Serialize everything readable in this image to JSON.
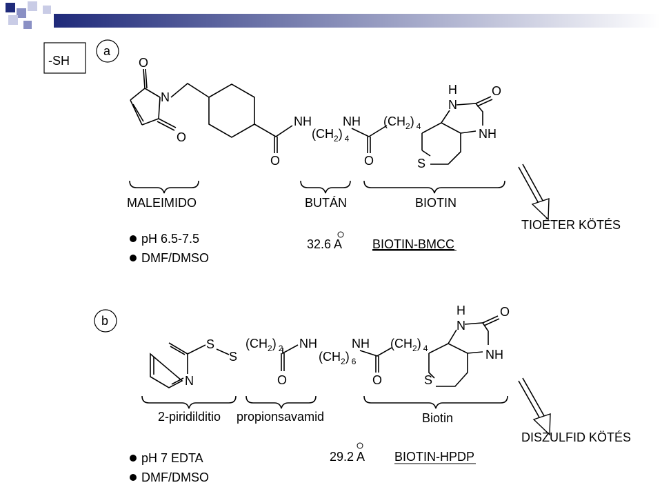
{
  "header": {
    "deco_colors": [
      "#1f2a7a",
      "#8a90c4",
      "#c9cce6"
    ],
    "gradient_start": "#1f2a7a",
    "gradient_end": "#ffffff"
  },
  "section_a": {
    "group_label": "-SH",
    "panel_label": "a",
    "segments": {
      "maleimido": "MALEIMIDO",
      "butan": "BUTÁN",
      "biotin": "BIOTIN"
    },
    "bullets": [
      "pH 6.5-7.5",
      "DMF/DMSO"
    ],
    "distance": "32.6 A",
    "compound": "BIOTIN-BMCC",
    "bond_type": "TIOÉTER KÖTÉS",
    "atoms": {
      "o1": "O",
      "n_mal": "N",
      "o2": "O",
      "o_amide1": "O",
      "o_amide2": "O",
      "nh1": "NH",
      "nh2": "NH",
      "h_top": "H",
      "n_top": "N",
      "o_urea": "O",
      "nh_ring": "NH",
      "s_ring": "S",
      "ch2_a": "(CH",
      "sub2_a": "2",
      "paren_a": ")",
      "sub4_a": "4",
      "ch2_b": "(CH",
      "sub2_b": "2",
      "paren_b": ")",
      "sub4_b": "4"
    }
  },
  "section_b": {
    "panel_label": "b",
    "segments": {
      "piridil": "2-piridilditio",
      "propion": "propionsavamid",
      "biotin": "Biotin"
    },
    "bullets": [
      "pH 7 EDTA",
      "DMF/DMSO"
    ],
    "distance": "29.2 A",
    "compound": "BIOTIN-HPDP",
    "bond_type": "DISZULFID KÖTÉS",
    "atoms": {
      "s1": "S",
      "s2": "S",
      "n_pyr": "N",
      "o_am1": "O",
      "o_am2": "O",
      "nh1": "NH",
      "nh2": "NH",
      "h_top": "H",
      "n_top": "N",
      "o_urea": "O",
      "nh_ring": "NH",
      "s_ring": "S",
      "ch2_a": "(CH",
      "sub2_a": "2",
      "paren_a": ")",
      "sub2b_a": "2",
      "ch2_b": "(CH",
      "sub2_b": "2",
      "paren_b": ")",
      "sub6_b": "6",
      "ch2_c": "(CH",
      "sub2_c": "2",
      "paren_c": ")",
      "sub4_c": "4"
    }
  }
}
